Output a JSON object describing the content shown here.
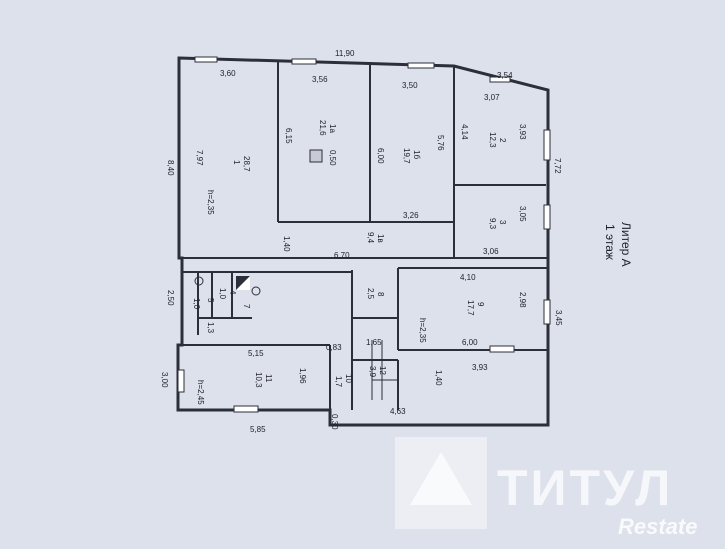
{
  "plan": {
    "title": "Литер А",
    "subtitle": "1 этаж",
    "dims": {
      "top_total": "11,90",
      "top_r1": "3,60",
      "top_r1a": "3,56",
      "top_r1b": "3,50",
      "top_r2": "3,07",
      "top_diag": "3,54",
      "left_total": "8,40",
      "left_r1": "7,97",
      "r1a_h": "6,15",
      "r1b_h": "6,00",
      "r1b_h2": "5,76",
      "r2_h": "4,14",
      "r2_w": "3,93",
      "right_upper": "7,72",
      "r3_h": "3,05",
      "r3_w": "3,06",
      "r1b_w": "3,26",
      "corridor_h": "1,40",
      "corridor_w": "6,70",
      "r9_top": "4,10",
      "r9_h": "2,98",
      "r9_w": "6,00",
      "right_lower": "3,45",
      "left_mid": "2,50",
      "r11_w": "5,15",
      "left_low": "3,00",
      "r11_h": "1,96",
      "r10_w": "0,83",
      "stair_w": "1,65",
      "bottom_right": "3,93",
      "bottom_total": "5,85",
      "wall_thk": "0,30",
      "bottom_mid": "4,63",
      "stair_h": "1,40"
    },
    "rooms": [
      {
        "num": "1",
        "area": "28,7"
      },
      {
        "num": "1а",
        "area": "21,6"
      },
      {
        "num": "1б",
        "area": "19,7"
      },
      {
        "num": "2",
        "area": "12,3"
      },
      {
        "num": "3",
        "area": "9,3"
      },
      {
        "num": "1в",
        "area": "9,4"
      },
      {
        "num": "8",
        "area": "2,5"
      },
      {
        "num": "9",
        "area": "17,7"
      },
      {
        "num": "4",
        "area": "1,0"
      },
      {
        "num": "5",
        "area": "1,0"
      },
      {
        "num": "7",
        "area": "1,3"
      },
      {
        "num": "11",
        "area": "10,3"
      },
      {
        "num": "10",
        "area": "1,7"
      },
      {
        "num": "12",
        "area": "3,9"
      }
    ],
    "extra_labels": {
      "r1a_inner": "0,50"
    },
    "heights": {
      "upper": "h=2,35",
      "middle": "h=2,35",
      "lower": "h=2,45"
    }
  },
  "watermark": {
    "brand": "ТИТУЛ",
    "sub": "Restate"
  },
  "colors": {
    "heights": "#2a44c8",
    "wall": "#2b2f3a"
  }
}
